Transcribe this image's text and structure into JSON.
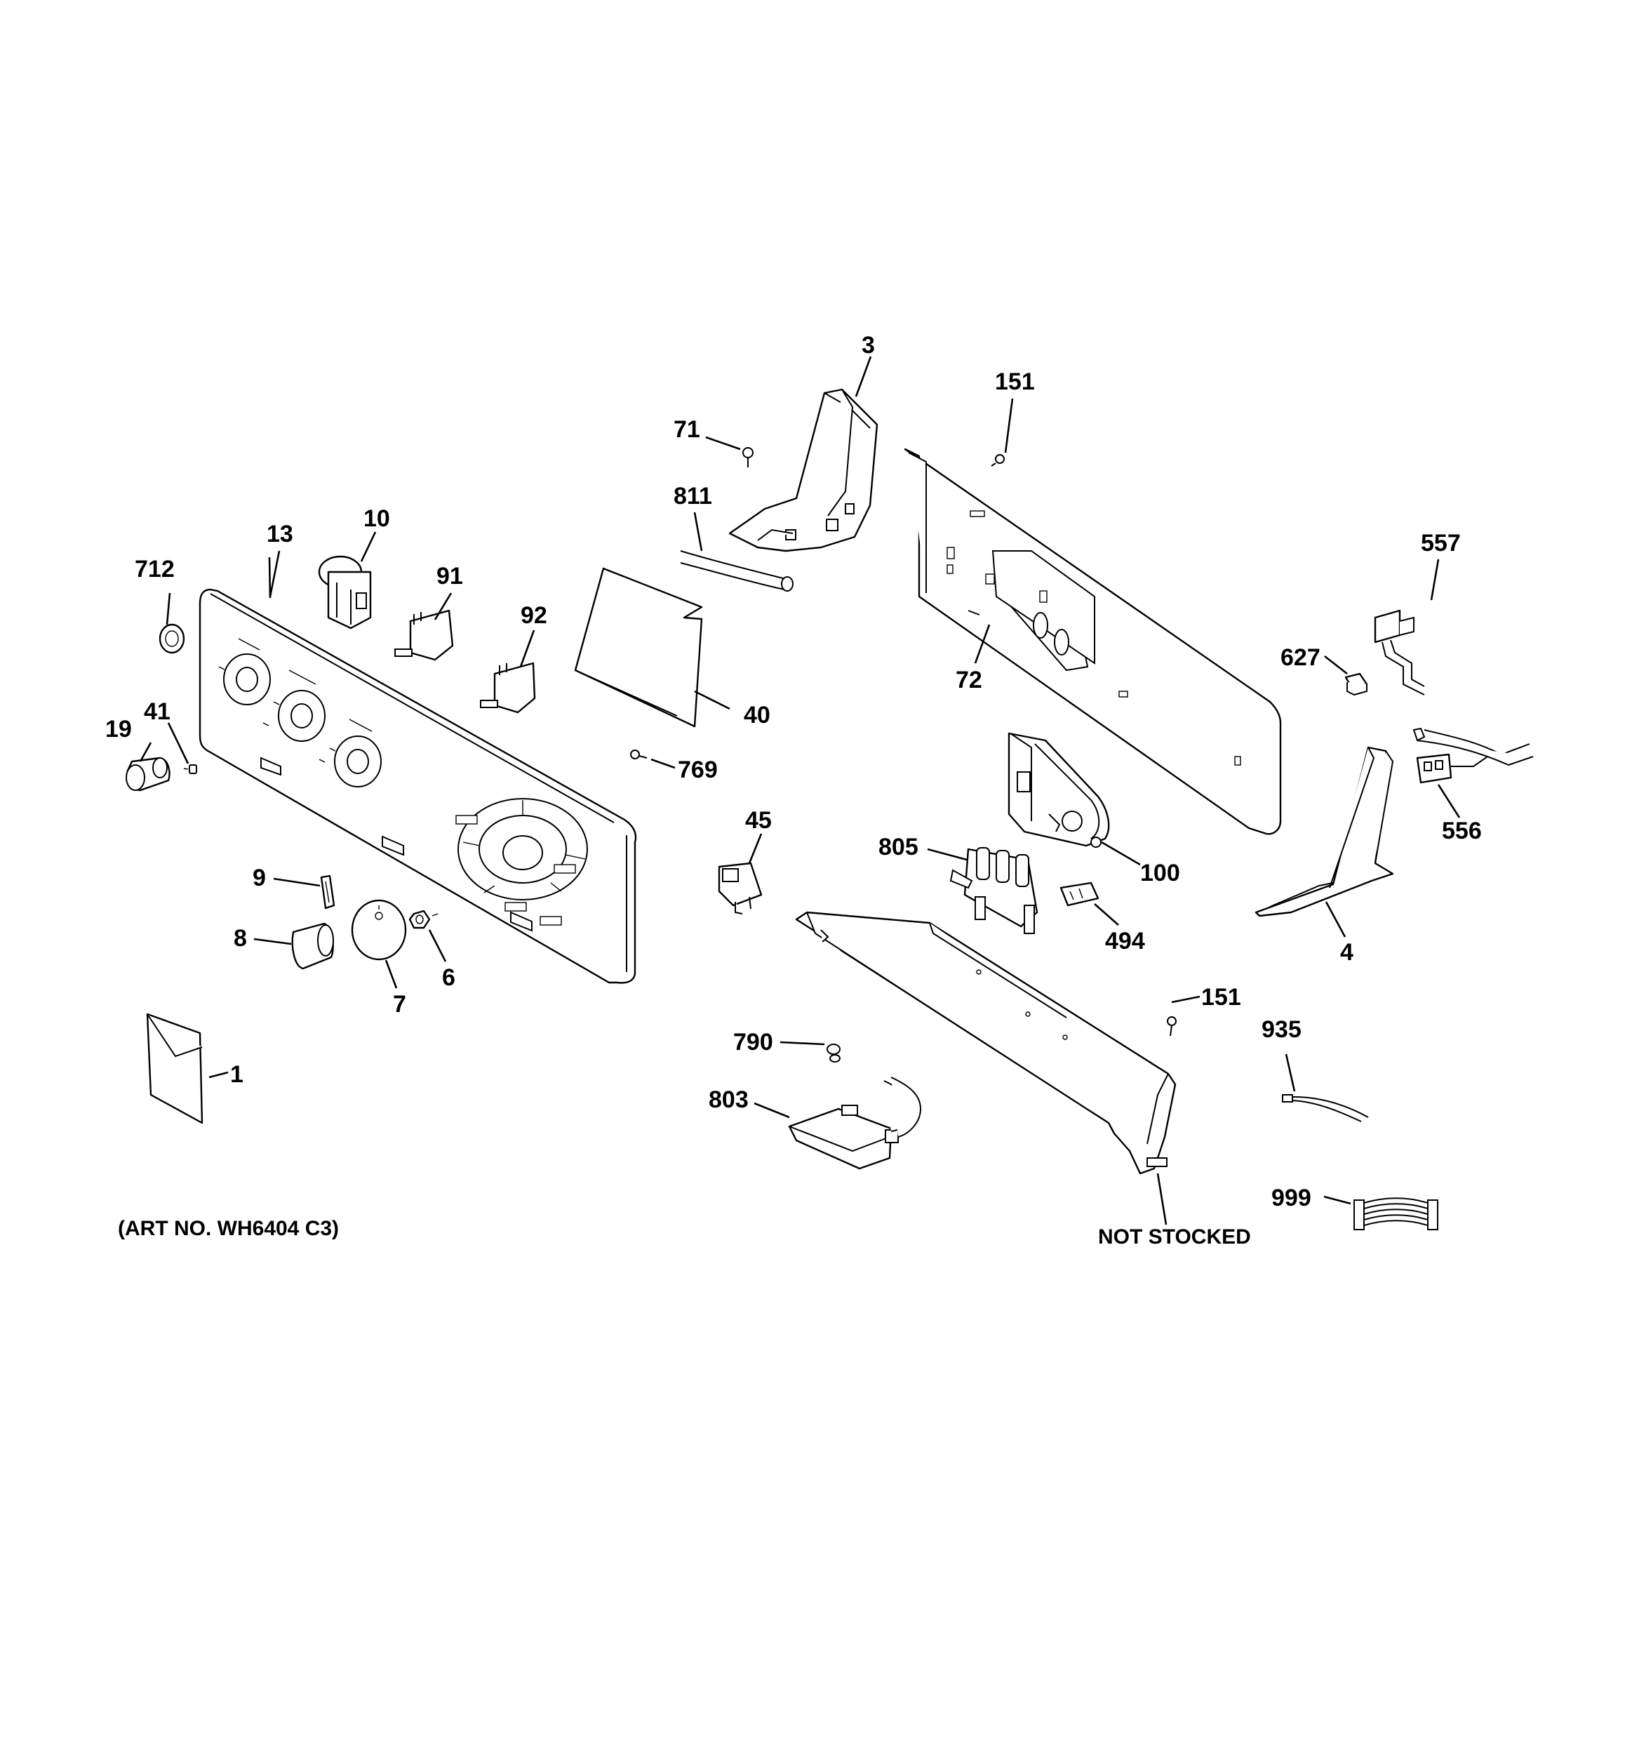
{
  "diagram": {
    "labels": {
      "p1": "1",
      "p3": "3",
      "p4": "4",
      "p6": "6",
      "p7": "7",
      "p8": "8",
      "p9": "9",
      "p10": "10",
      "p13": "13",
      "p19": "19",
      "p40": "40",
      "p41": "41",
      "p45": "45",
      "p71": "71",
      "p72": "72",
      "p91": "91",
      "p92": "92",
      "p100": "100",
      "p151a": "151",
      "p151b": "151",
      "p494": "494",
      "p556": "556",
      "p557": "557",
      "p627": "627",
      "p712": "712",
      "p769": "769",
      "p790": "790",
      "p803": "803",
      "p805": "805",
      "p811": "811",
      "p935": "935",
      "p999": "999"
    },
    "not_stocked": "NOT STOCKED",
    "art_no": "(ART NO. WH6404 C3)"
  }
}
